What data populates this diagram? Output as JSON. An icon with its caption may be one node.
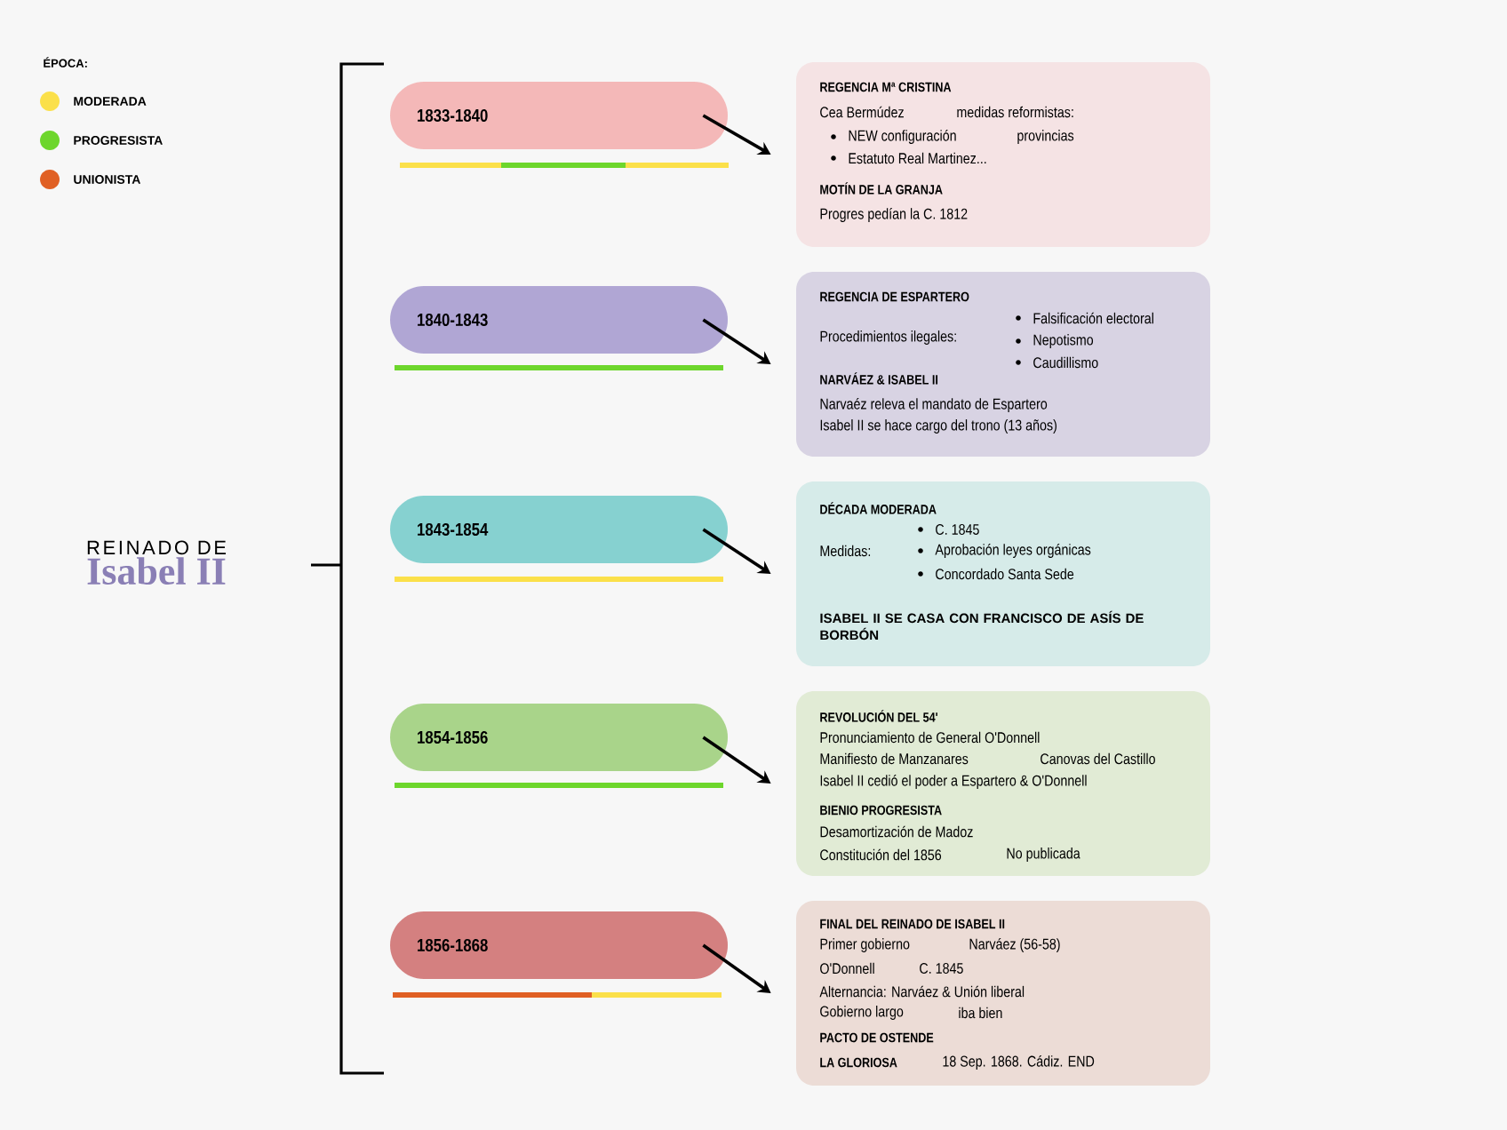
{
  "diagram": {
    "nodes": [
      {
        "text": [
          "REINADO DE",
          "Isabel II"
        ]
      },
      {
        "text": [
          "1833-1840"
        ]
      },
      {
        "text": [
          "1840-1843"
        ]
      },
      {
        "text": [
          "1843-1854"
        ]
      },
      {
        "text": [
          "1854-1856"
        ]
      },
      {
        "text": [
          "1856-1868"
        ]
      },
      {
        "text": [
          "REGENCIA Mª CRISTINA",
          "Cea Bermúdez",
          "medidas reformistas:",
          "NEW configuración",
          "provincias",
          "Estatuto Real Martinez...",
          "MOTÍN DE LA GRANJA",
          "Progres pedían la C. 1812"
        ]
      },
      {
        "text": [
          "REGENCIA DE ESPARTERO",
          "Procedimientos ilegales:",
          "Falsificación electoral",
          "Nepotismo",
          "Caudillismo",
          "NARVÁEZ & ISABEL II",
          "Narvaéz releva el mandato de Espartero",
          "Isabel II se hace cargo del trono (13 años)"
        ]
      },
      {
        "text": [
          "DÉCADA MODERADA",
          "Medidas:",
          "C. 1845",
          "Aprobación leyes orgánicas",
          "Concordado Santa Sede",
          "ISABEL II SE CASA CON FRANCISCO DE ASÍS DE BORBÓN"
        ]
      },
      {
        "text": [
          "REVOLUCIÓN DEL 54'",
          "Pronunciamiento de General O'Donnell",
          "Manifiesto de Manzanares",
          "Canovas del Castillo",
          "Isabel II cedió el poder a Espartero & O'Donnell",
          "BIENIO PROGRESISTA",
          "Desamortización de Madoz",
          "Constitución del 1856",
          "No publicada"
        ]
      },
      {
        "text": [
          "FINAL DEL REINADO DE ISABEL II",
          "Primer gobierno",
          "Narváez (56-58)",
          "O'Donnell",
          "C. 1845",
          "Alternancia: Narváez & Unión liberal",
          "Gobierno largo",
          "iba bien",
          "PACTO DE OSTENDE",
          "LA GLORIOSA",
          "18 Sep. 1868. Cádiz. END"
        ]
      }
    ],
    "edges": [
      {
        "from": 1,
        "to": 6,
        "arrow": "to"
      },
      {
        "from": 2,
        "to": 7,
        "arrow": "to"
      },
      {
        "from": 3,
        "to": 8,
        "arrow": "to"
      },
      {
        "from": 4,
        "to": 9,
        "arrow": "to"
      },
      {
        "from": 5,
        "to": 10,
        "arrow": "to"
      }
    ],
    "labels": [
      "ÉPOCA:"
    ],
    "legend": [
      {
        "text": "MODERADA",
        "color": "#fbe04a"
      },
      {
        "text": "PROGRESISTA",
        "color": "#6dd62c"
      },
      {
        "text": "UNIONISTA",
        "color": "#e06024"
      }
    ]
  }
}
